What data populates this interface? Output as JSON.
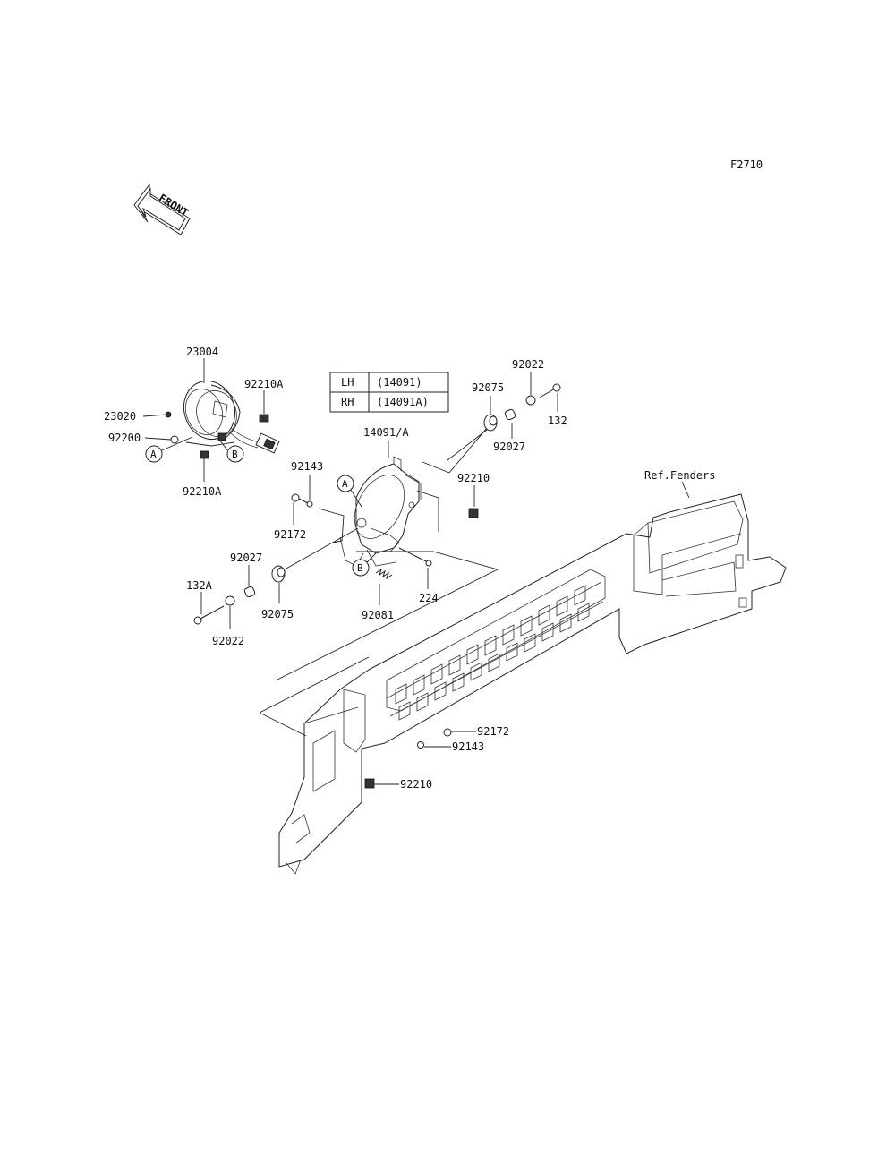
{
  "figure_code": "F2710",
  "front_arrow_text": "FRONT",
  "variant_table": {
    "rows": [
      {
        "side": "LH",
        "part": "(14091)"
      },
      {
        "side": "RH",
        "part": "(14091A)"
      }
    ]
  },
  "reference_label": "Ref.Fenders",
  "markers": {
    "a": "A",
    "b": "B"
  },
  "parts": {
    "p23004": "23004",
    "p92210a_top": "92210A",
    "p23020": "23020",
    "p92200": "92200",
    "p92210a_bottom": "92210A",
    "p14091": "14091/A",
    "p92075_top": "92075",
    "p92022_top": "92022",
    "p132": "132",
    "p92027_top": "92027",
    "p92210_top": "92210",
    "p92143_top": "92143",
    "p92172_top": "92172",
    "p92027_left": "92027",
    "p132a": "132A",
    "p92075_left": "92075",
    "p92022_left": "92022",
    "p224": "224",
    "p92081": "92081",
    "p92172_bottom": "92172",
    "p92143_bottom": "92143",
    "p92210_bottom": "92210"
  }
}
